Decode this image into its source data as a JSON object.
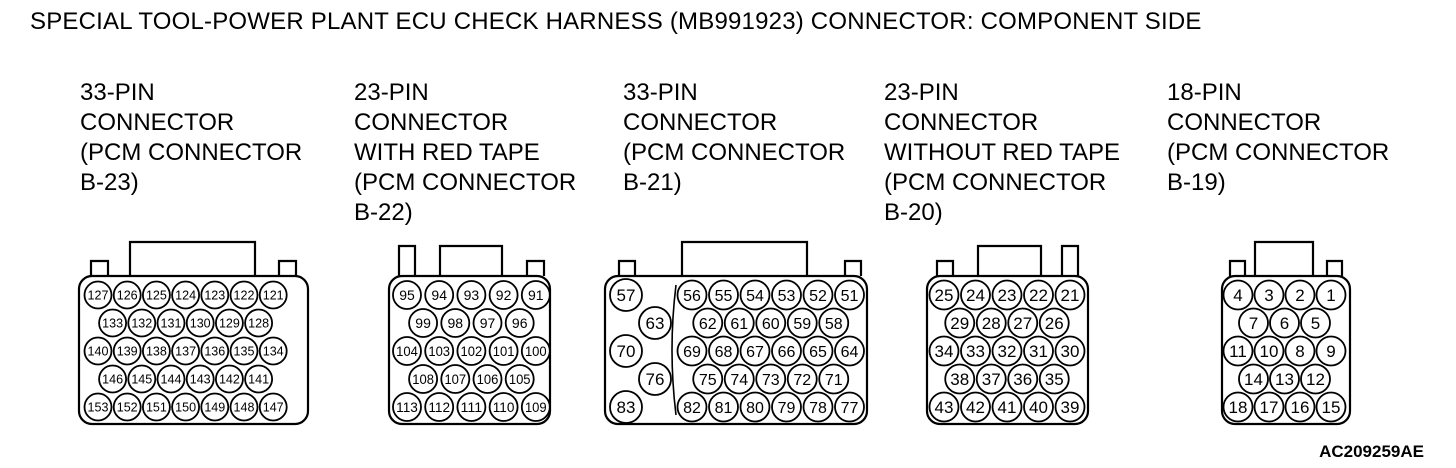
{
  "title": "SPECIAL TOOL-POWER PLANT ECU CHECK HARNESS (MB991923) CONNECTOR: COMPONENT SIDE",
  "figure_id": "AC209259AE",
  "connectors": [
    {
      "label": "33-PIN\nCONNECTOR\n(PCM CONNECTOR\nB-23)",
      "pin_rows": [
        [
          "127",
          "126",
          "125",
          "124",
          "123",
          "122",
          "121"
        ],
        [
          "133",
          "132",
          "131",
          "130",
          "129",
          "128"
        ],
        [
          "140",
          "139",
          "138",
          "137",
          "136",
          "135",
          "134"
        ],
        [
          "146",
          "145",
          "144",
          "143",
          "142",
          "141"
        ],
        [
          "153",
          "152",
          "151",
          "150",
          "149",
          "148",
          "147"
        ]
      ]
    },
    {
      "label": "23-PIN\nCONNECTOR\nWITH RED TAPE\n(PCM CONNECTOR\nB-22)",
      "pin_rows": [
        [
          "95",
          "94",
          "93",
          "92",
          "91"
        ],
        [
          "99",
          "98",
          "97",
          "96"
        ],
        [
          "104",
          "103",
          "102",
          "101",
          "100"
        ],
        [
          "108",
          "107",
          "106",
          "105"
        ],
        [
          "113",
          "112",
          "111",
          "110",
          "109"
        ]
      ]
    },
    {
      "label": "33-PIN\nCONNECTOR\n(PCM CONNECTOR\nB-21)",
      "left_pins": [
        "57",
        "63",
        "70",
        "76",
        "83"
      ],
      "pin_rows": [
        [
          "56",
          "55",
          "54",
          "53",
          "52",
          "51"
        ],
        [
          "62",
          "61",
          "60",
          "59",
          "58"
        ],
        [
          "69",
          "68",
          "67",
          "66",
          "65",
          "64"
        ],
        [
          "75",
          "74",
          "73",
          "72",
          "71"
        ],
        [
          "82",
          "81",
          "80",
          "79",
          "78",
          "77"
        ]
      ]
    },
    {
      "label": "23-PIN\nCONNECTOR\nWITHOUT RED TAPE\n(PCM CONNECTOR\nB-20)",
      "pin_rows": [
        [
          "25",
          "24",
          "23",
          "22",
          "21"
        ],
        [
          "29",
          "28",
          "27",
          "26"
        ],
        [
          "34",
          "33",
          "32",
          "31",
          "30"
        ],
        [
          "38",
          "37",
          "36",
          "35"
        ],
        [
          "43",
          "42",
          "41",
          "40",
          "39"
        ]
      ]
    },
    {
      "label": "18-PIN\nCONNECTOR\n(PCM CONNECTOR\nB-19)",
      "pin_rows": [
        [
          "4",
          "3",
          "2",
          "1"
        ],
        [
          "7",
          "6",
          "5"
        ],
        [
          "11",
          "10",
          "8",
          "9"
        ],
        [
          "14",
          "13",
          "12"
        ],
        [
          "18",
          "17",
          "16",
          "15"
        ]
      ]
    }
  ]
}
